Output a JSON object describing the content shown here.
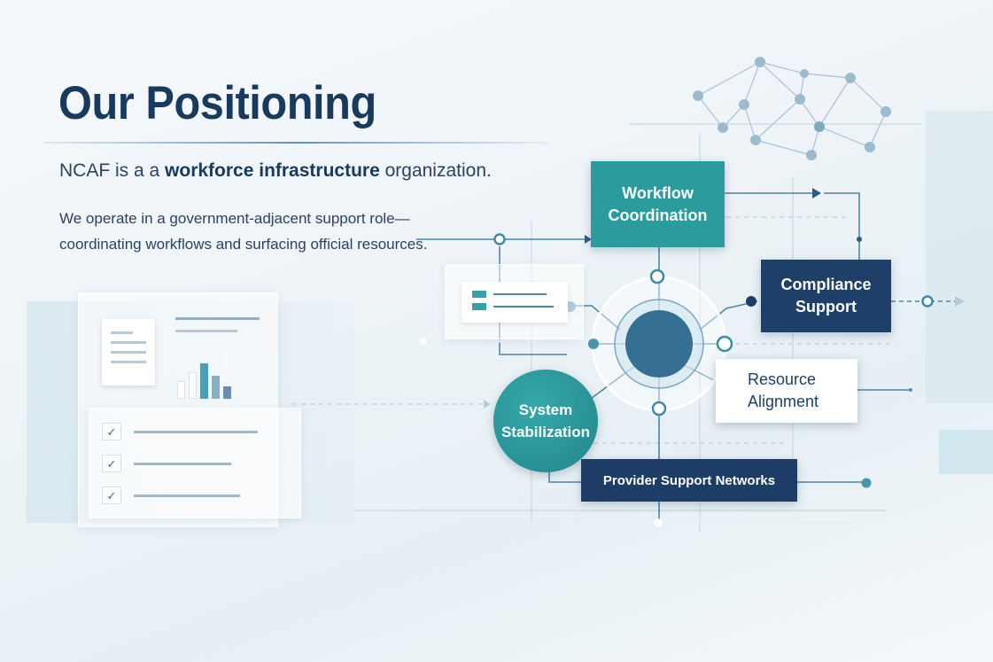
{
  "title": "Our Positioning",
  "intro": {
    "prefix": "NCAF is a a ",
    "bold": "workforce infrastructure",
    "suffix": " organization."
  },
  "description": [
    "We operate in a government-adjacent support role—",
    "coordinating workflows and surfacing official resources."
  ],
  "nodes": {
    "workflow": [
      "Workflow",
      "Coordination"
    ],
    "compliance": [
      "Compliance",
      "Support"
    ],
    "resource": [
      "Resource",
      "Alignment"
    ],
    "system": [
      "System",
      "Stabilization"
    ],
    "provider": "Provider Support Networks"
  },
  "colors": {
    "navy": "#1e3f68",
    "teal": "#2b9c9e",
    "hub": "#356f94"
  }
}
